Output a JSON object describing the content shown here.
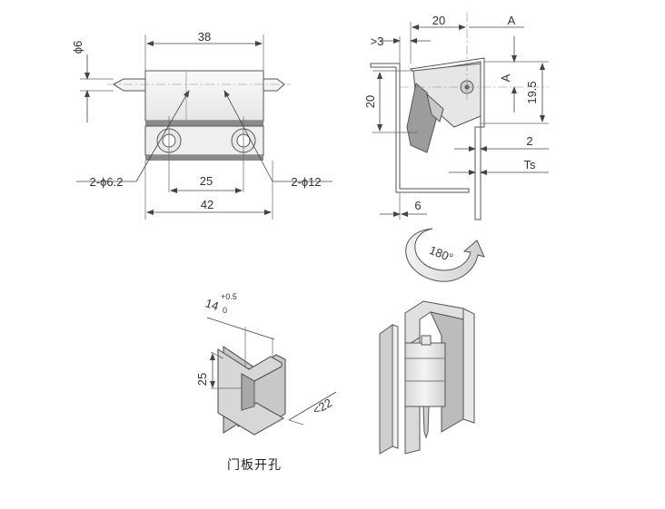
{
  "front_view": {
    "width_top": "38",
    "pin_dia": "ϕ6",
    "hole_small": "2-ϕ6.2",
    "hole_pitch": "25",
    "hole_large": "2-ϕ12",
    "width_total": "42"
  },
  "side_view": {
    "offset": ">3",
    "width": "20",
    "ref_a_top": "A",
    "ref_a_side": "A",
    "height": "20",
    "height_pin": "19.5",
    "gap": "2",
    "thickness": "Ts",
    "flange": "6",
    "rotation": "180°"
  },
  "cutout": {
    "width": "14",
    "tol_upper": "+0.5",
    "tol_lower": "0",
    "height": "25",
    "radius": "<22",
    "caption": "门板开孔"
  },
  "colors": {
    "metal_light": "#f2f2f2",
    "metal_dark": "#9a9a9a",
    "line": "#444444"
  }
}
